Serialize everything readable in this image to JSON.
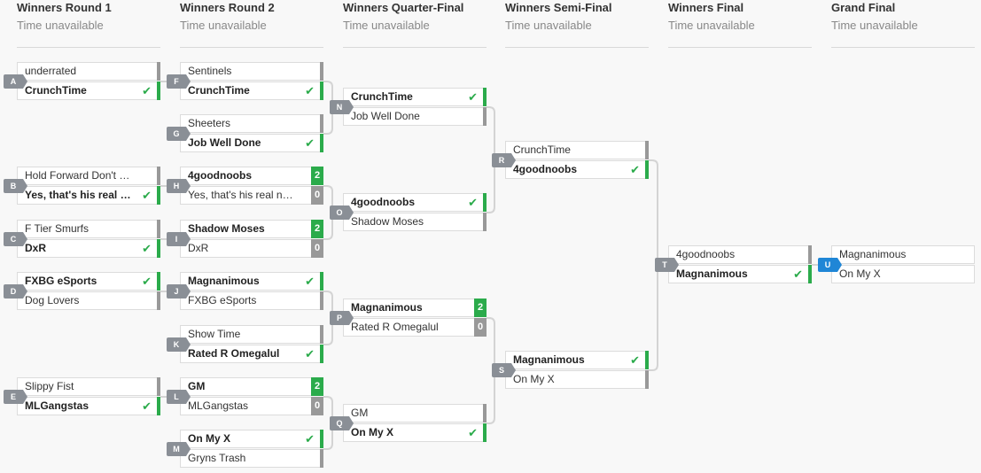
{
  "rounds": [
    {
      "title": "Winners Round 1",
      "time": "Time unavailable"
    },
    {
      "title": "Winners Round 2",
      "time": "Time unavailable"
    },
    {
      "title": "Winners Quarter-Final",
      "time": "Time unavailable"
    },
    {
      "title": "Winners Semi-Final",
      "time": "Time unavailable"
    },
    {
      "title": "Winners Final",
      "time": "Time unavailable"
    },
    {
      "title": "Grand Final",
      "time": "Time unavailable"
    }
  ],
  "matches": [
    {
      "id": "A",
      "round": 0,
      "teams": [
        {
          "name": "underrated",
          "win": false
        },
        {
          "name": "CrunchTime",
          "win": true
        }
      ]
    },
    {
      "id": "B",
      "round": 0,
      "teams": [
        {
          "name": "Hold Forward Don't Miss",
          "win": false
        },
        {
          "name": "Yes, that's his real name",
          "win": true
        }
      ]
    },
    {
      "id": "C",
      "round": 0,
      "teams": [
        {
          "name": "F Tier Smurfs",
          "win": false
        },
        {
          "name": "DxR",
          "win": true
        }
      ]
    },
    {
      "id": "D",
      "round": 0,
      "teams": [
        {
          "name": "FXBG eSports",
          "win": true
        },
        {
          "name": "Dog Lovers",
          "win": false
        }
      ]
    },
    {
      "id": "E",
      "round": 0,
      "teams": [
        {
          "name": "Slippy Fist",
          "win": false
        },
        {
          "name": "MLGangstas",
          "win": true
        }
      ]
    },
    {
      "id": "F",
      "round": 1,
      "teams": [
        {
          "name": "Sentinels",
          "win": false
        },
        {
          "name": "CrunchTime",
          "win": true
        }
      ]
    },
    {
      "id": "G",
      "round": 1,
      "teams": [
        {
          "name": "Sheeters",
          "win": false
        },
        {
          "name": "Job Well Done",
          "win": true
        }
      ]
    },
    {
      "id": "H",
      "round": 1,
      "teams": [
        {
          "name": "4goodnoobs",
          "win": true,
          "score": "2"
        },
        {
          "name": "Yes, that's his real name",
          "win": false,
          "score": "0"
        }
      ]
    },
    {
      "id": "I",
      "round": 1,
      "teams": [
        {
          "name": "Shadow Moses",
          "win": true,
          "score": "2"
        },
        {
          "name": "DxR",
          "win": false,
          "score": "0"
        }
      ]
    },
    {
      "id": "J",
      "round": 1,
      "teams": [
        {
          "name": "Magnanimous",
          "win": true
        },
        {
          "name": "FXBG eSports",
          "win": false
        }
      ]
    },
    {
      "id": "K",
      "round": 1,
      "teams": [
        {
          "name": "Show Time",
          "win": false
        },
        {
          "name": "Rated R Omegalul",
          "win": true
        }
      ]
    },
    {
      "id": "L",
      "round": 1,
      "teams": [
        {
          "name": "GM",
          "win": true,
          "score": "2"
        },
        {
          "name": "MLGangstas",
          "win": false,
          "score": "0"
        }
      ]
    },
    {
      "id": "M",
      "round": 1,
      "teams": [
        {
          "name": "On My X",
          "win": true
        },
        {
          "name": "Gryns Trash",
          "win": false
        }
      ]
    },
    {
      "id": "N",
      "round": 2,
      "teams": [
        {
          "name": "CrunchTime",
          "win": true
        },
        {
          "name": "Job Well Done",
          "win": false
        }
      ]
    },
    {
      "id": "O",
      "round": 2,
      "teams": [
        {
          "name": "4goodnoobs",
          "win": true
        },
        {
          "name": "Shadow Moses",
          "win": false
        }
      ]
    },
    {
      "id": "P",
      "round": 2,
      "teams": [
        {
          "name": "Magnanimous",
          "win": true,
          "score": "2"
        },
        {
          "name": "Rated R Omegalul",
          "win": false,
          "score": "0"
        }
      ]
    },
    {
      "id": "Q",
      "round": 2,
      "teams": [
        {
          "name": "GM",
          "win": false
        },
        {
          "name": "On My X",
          "win": true
        }
      ]
    },
    {
      "id": "R",
      "round": 3,
      "teams": [
        {
          "name": "CrunchTime",
          "win": false
        },
        {
          "name": "4goodnoobs",
          "win": true
        }
      ]
    },
    {
      "id": "S",
      "round": 3,
      "teams": [
        {
          "name": "Magnanimous",
          "win": true
        },
        {
          "name": "On My X",
          "win": false
        }
      ]
    },
    {
      "id": "T",
      "round": 4,
      "teams": [
        {
          "name": "4goodnoobs",
          "win": false
        },
        {
          "name": "Magnanimous",
          "win": true
        }
      ]
    },
    {
      "id": "U",
      "round": 5,
      "grand": true,
      "teams": [
        {
          "name": "Magnanimous",
          "win": false,
          "pending": true
        },
        {
          "name": "On My X",
          "win": false,
          "pending": true
        }
      ]
    }
  ],
  "colors": {
    "win": "#2bab4b",
    "loss": "#999999",
    "grand_final_badge": "#1f86d6",
    "match_badge": "#8a8f96"
  }
}
